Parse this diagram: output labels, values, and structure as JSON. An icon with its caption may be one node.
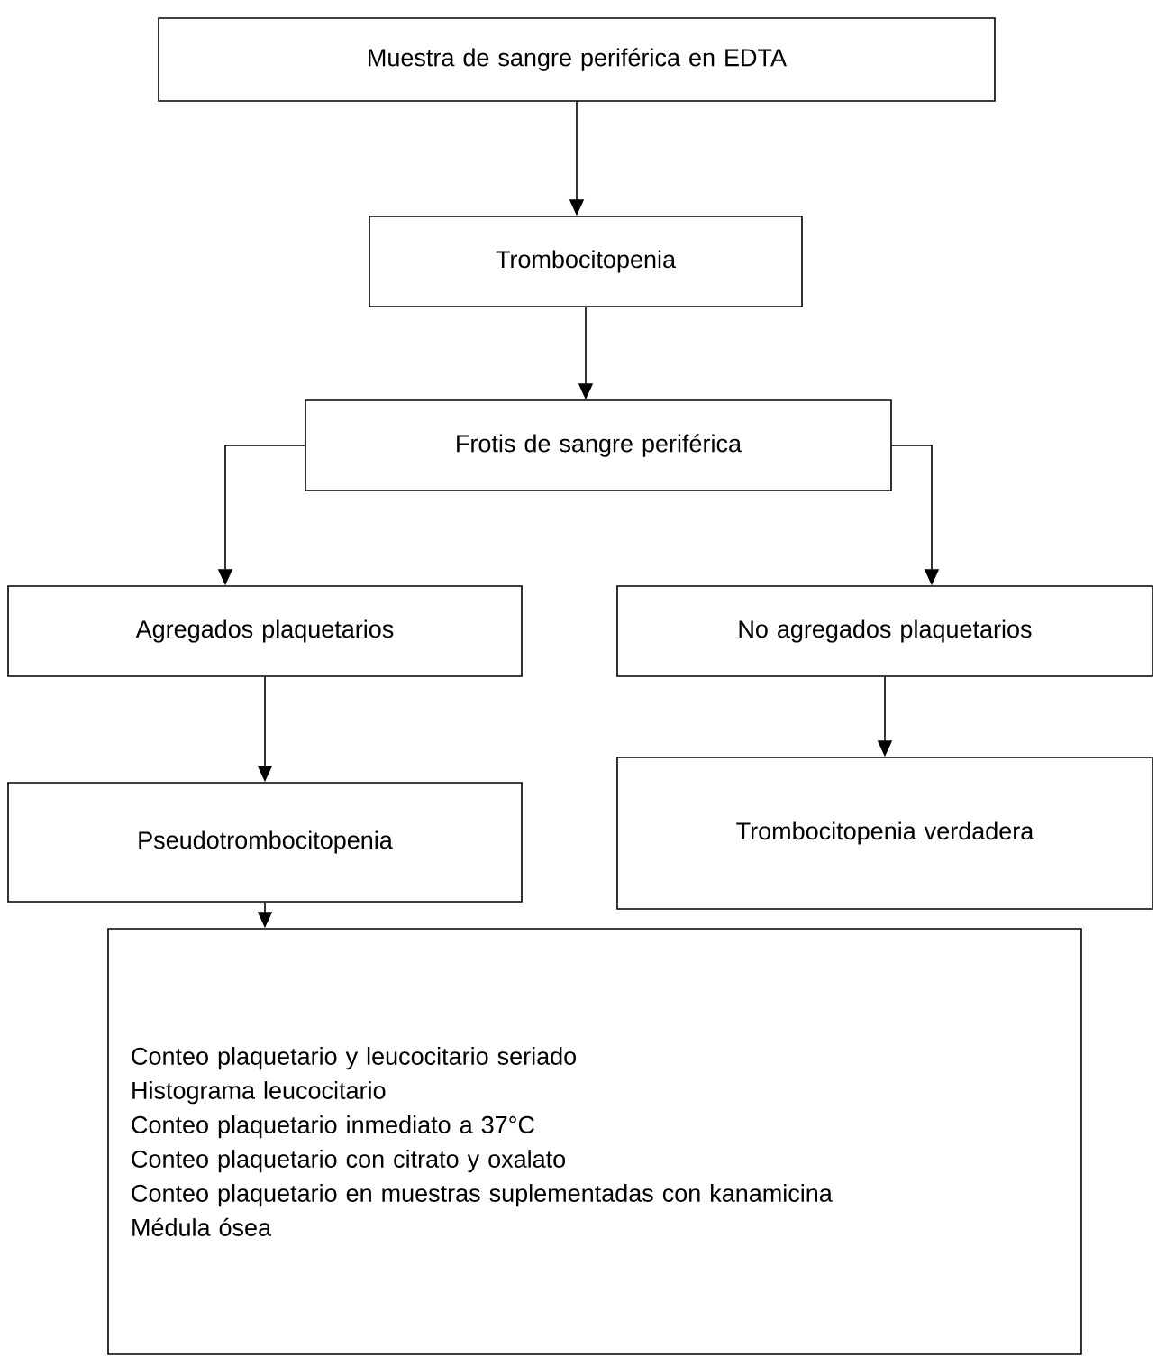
{
  "diagram": {
    "nodes": [
      {
        "text": [
          "Muestra de sangre periférica en EDTA"
        ]
      },
      {
        "text": [
          "Trombocitopenia"
        ]
      },
      {
        "text": [
          "Frotis de sangre periférica"
        ]
      },
      {
        "text": [
          "Agregados plaquetarios"
        ]
      },
      {
        "text": [
          "No agregados plaquetarios"
        ]
      },
      {
        "text": [
          "Pseudotrombocitopenia"
        ]
      },
      {
        "text": [
          "Trombocitopenia verdadera"
        ]
      },
      {
        "text": [
          "Conteo plaquetario y leucocitario seriado",
          "Histograma leucocitario",
          "Conteo plaquetario inmediato a 37°C",
          "Conteo plaquetario con citrato y oxalato",
          "Conteo plaquetario en muestras suplementadas con kanamicina",
          "Médula ósea"
        ]
      }
    ],
    "edges": [
      {
        "from": 0,
        "to": 1,
        "arrow": "to"
      },
      {
        "from": 1,
        "to": 2,
        "arrow": "to"
      },
      {
        "from": 2,
        "to": 3,
        "arrow": "to"
      },
      {
        "from": 2,
        "to": 4,
        "arrow": "to"
      },
      {
        "from": 3,
        "to": 5,
        "arrow": "to"
      },
      {
        "from": 4,
        "to": 6,
        "arrow": "to"
      },
      {
        "from": 5,
        "to": 7,
        "arrow": "to"
      }
    ]
  }
}
